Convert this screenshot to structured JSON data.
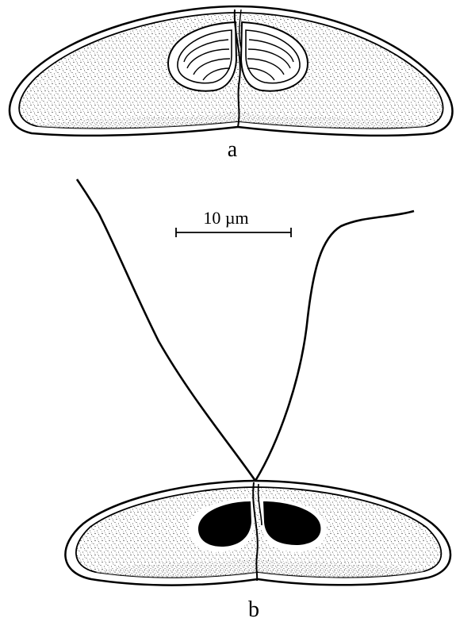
{
  "figure": {
    "panel_a_label": "a",
    "panel_b_label": "b",
    "scale_bar_label": "10 µm"
  },
  "colors": {
    "line": "#000000",
    "background": "#ffffff",
    "stipple": "#1a1a1a"
  }
}
